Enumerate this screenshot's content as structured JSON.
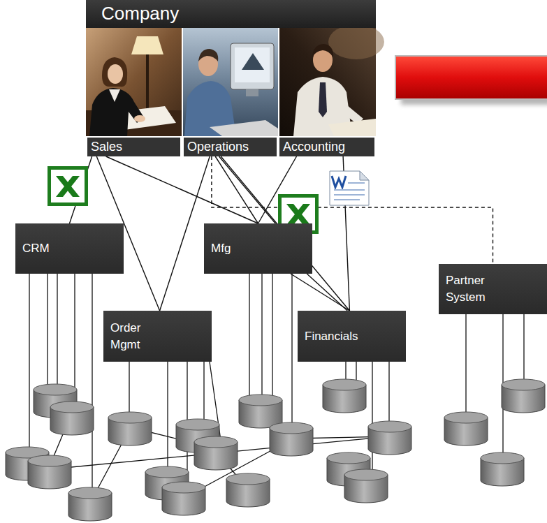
{
  "diagram": {
    "nodes": [
      {
        "text": [
          "Company"
        ]
      },
      {
        "text": [
          "Sales"
        ],
        "in": 0
      },
      {
        "text": [
          "Operations"
        ],
        "in": 0
      },
      {
        "text": [
          "Accounting"
        ],
        "in": 0
      },
      {
        "text": [
          "CRM"
        ]
      },
      {
        "text": [
          "Mfg"
        ]
      },
      {
        "text": [
          "Order Mgmt"
        ]
      },
      {
        "text": [
          "Financials"
        ]
      },
      {
        "text": [
          "Partner System"
        ]
      }
    ],
    "edges": [
      {
        "from": 1,
        "to": 4,
        "arrow": "none"
      },
      {
        "from": 1,
        "to": 6,
        "arrow": "none"
      },
      {
        "from": 1,
        "to": 5,
        "arrow": "none"
      },
      {
        "from": 2,
        "to": 6,
        "arrow": "none"
      },
      {
        "from": 2,
        "to": 5,
        "arrow": "none"
      },
      {
        "from": 2,
        "to": 5,
        "arrow": "none"
      },
      {
        "from": 2,
        "to": 7,
        "arrow": "none"
      },
      {
        "from": 3,
        "to": 5,
        "arrow": "none"
      },
      {
        "from": 3,
        "to": 7,
        "arrow": "none"
      },
      {
        "from": 5,
        "to": 7,
        "arrow": "none"
      },
      {
        "from": 5,
        "to": 7,
        "arrow": "none"
      },
      {
        "from": 2,
        "to": 8,
        "arrow": "none"
      }
    ]
  }
}
